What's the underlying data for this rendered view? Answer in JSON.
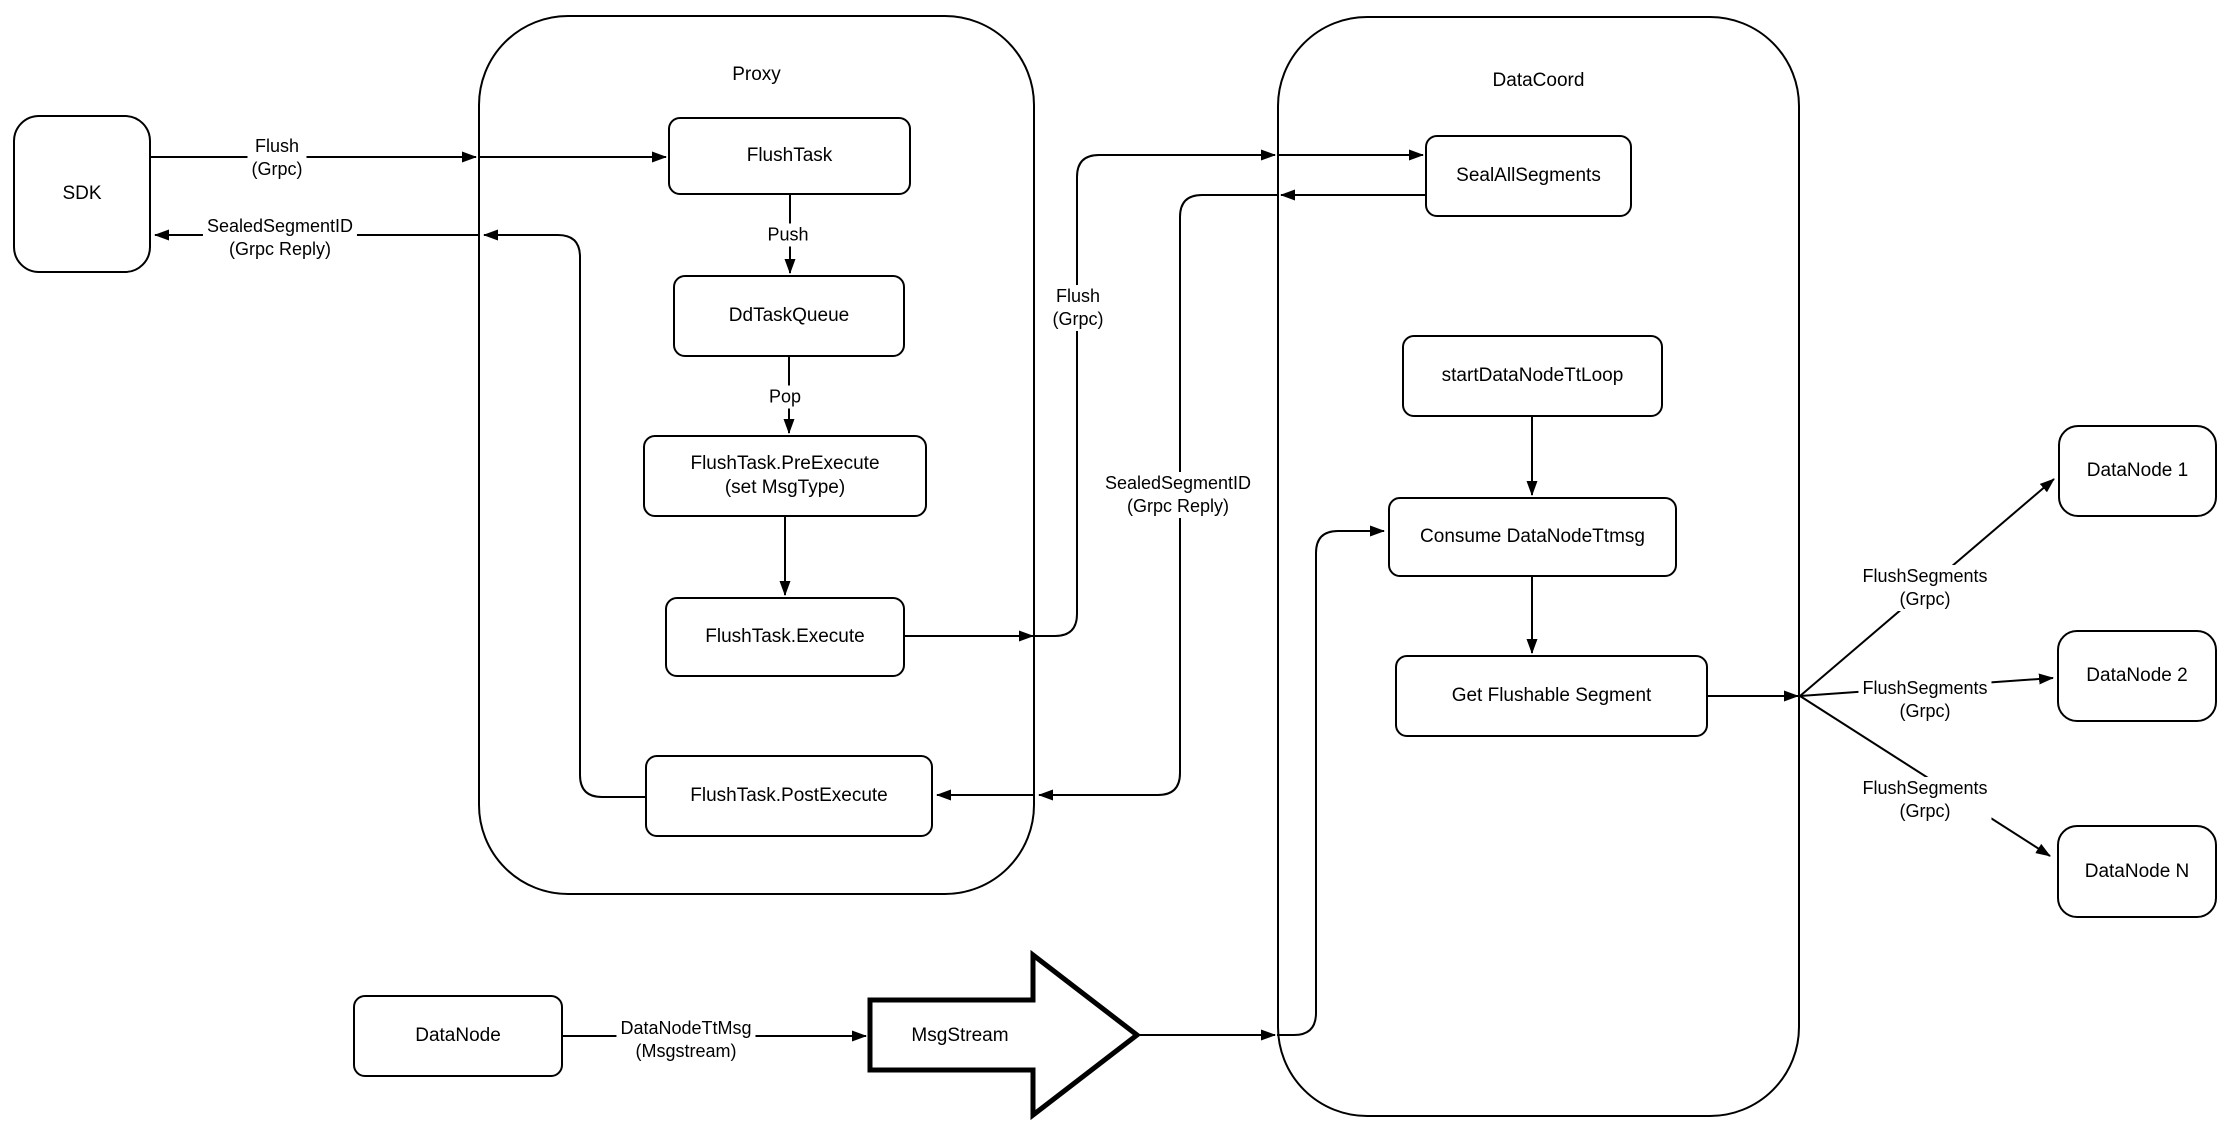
{
  "colors": {
    "stroke": "#000000",
    "fill": "#ffffff",
    "background": "#ffffff"
  },
  "containers": {
    "proxy": {
      "title": "Proxy"
    },
    "datacoord": {
      "title": "DataCoord"
    }
  },
  "nodes": {
    "sdk": {
      "label": "SDK"
    },
    "flushTask": {
      "label": "FlushTask"
    },
    "ddTaskQueue": {
      "label": "DdTaskQueue"
    },
    "preExecute": {
      "line1": "FlushTask.PreExecute",
      "line2": "(set MsgType)"
    },
    "execute": {
      "label": "FlushTask.Execute"
    },
    "postExecute": {
      "label": "FlushTask.PostExecute"
    },
    "sealAllSegments": {
      "label": "SealAllSegments"
    },
    "startDataNodeTtLoop": {
      "label": "startDataNodeTtLoop"
    },
    "consumeDataNodeTtmsg": {
      "label": "Consume DataNodeTtmsg"
    },
    "getFlushableSegment": {
      "label": "Get Flushable Segment"
    },
    "dataNode1": {
      "label": "DataNode 1"
    },
    "dataNode2": {
      "label": "DataNode 2"
    },
    "dataNodeN": {
      "label": "DataNode N"
    },
    "dataNodeBottom": {
      "label": "DataNode"
    },
    "msgStream": {
      "label": "MsgStream"
    }
  },
  "edgeLabels": {
    "flushGrpcSdk": {
      "line1": "Flush",
      "line2": "(Grpc)"
    },
    "sealedReplySdk": {
      "line1": "SealedSegmentID",
      "line2": "(Grpc Reply)"
    },
    "push": {
      "label": "Push"
    },
    "pop": {
      "label": "Pop"
    },
    "flushGrpcMid": {
      "line1": "Flush",
      "line2": "(Grpc)"
    },
    "sealedReplyMid": {
      "line1": "SealedSegmentID",
      "line2": "(Grpc Reply)"
    },
    "flushSegments1": {
      "line1": "FlushSegments",
      "line2": "(Grpc)"
    },
    "flushSegments2": {
      "line1": "FlushSegments",
      "line2": "(Grpc)"
    },
    "flushSegments3": {
      "line1": "FlushSegments",
      "line2": "(Grpc)"
    },
    "dataNodeTtMsg": {
      "line1": "DataNodeTtMsg",
      "line2": "(Msgstream)"
    }
  }
}
